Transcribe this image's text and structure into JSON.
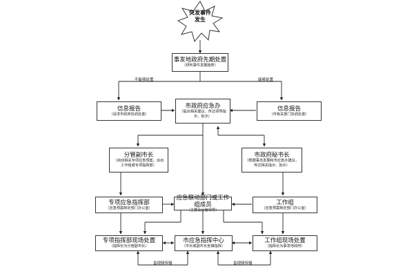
{
  "event": {
    "line1": "突发事件",
    "line2": "发生"
  },
  "nodes": {
    "initial": {
      "title": "事发地政府先期处置",
      "sub": "（研判事件发展趋势）"
    },
    "info_left": {
      "title": "信息报告",
      "sub": "（请求市政府协调处置）"
    },
    "emergency_office": {
      "title": "市政府应急办",
      "sub": "（提出相关建议，传达领导指示、批示）"
    },
    "info_right": {
      "title": "信息报告",
      "sub": "（市有关部门协调处置）"
    },
    "vice_mayor": {
      "title": "分管副市长",
      "sub": "（启动相关专项应急预案，派出工作组或专项指挥部）"
    },
    "secretary_general": {
      "title": "市政府秘书长",
      "sub": "（根据事态发展和市应急办建议，传达相关指示、批示）"
    },
    "special_command": {
      "title": "专项应急指挥部",
      "sub": "（应急预案制定部门办公室）"
    },
    "liaison": {
      "title": "应急联动部门或工作组成员",
      "sub": "（主要及分管领导）"
    },
    "work_group": {
      "title": "工作组",
      "sub": "（应急预案制定部门办公室）"
    },
    "field_left": {
      "title": "专项指挥部现场处置",
      "sub": "（指挥长为分管副市长）"
    },
    "command_center": {
      "title": "市应急指挥中心",
      "sub": "（市长或副市长坐镇指挥）"
    },
    "field_right": {
      "title": "工作组现场处置",
      "sub": "（指挥长为事发地政府）"
    }
  },
  "labels": {
    "cannot_handle": "不能够处置",
    "can_handle": "能够处置",
    "video_left": "音视频传输",
    "video_right": "音视频传输"
  }
}
